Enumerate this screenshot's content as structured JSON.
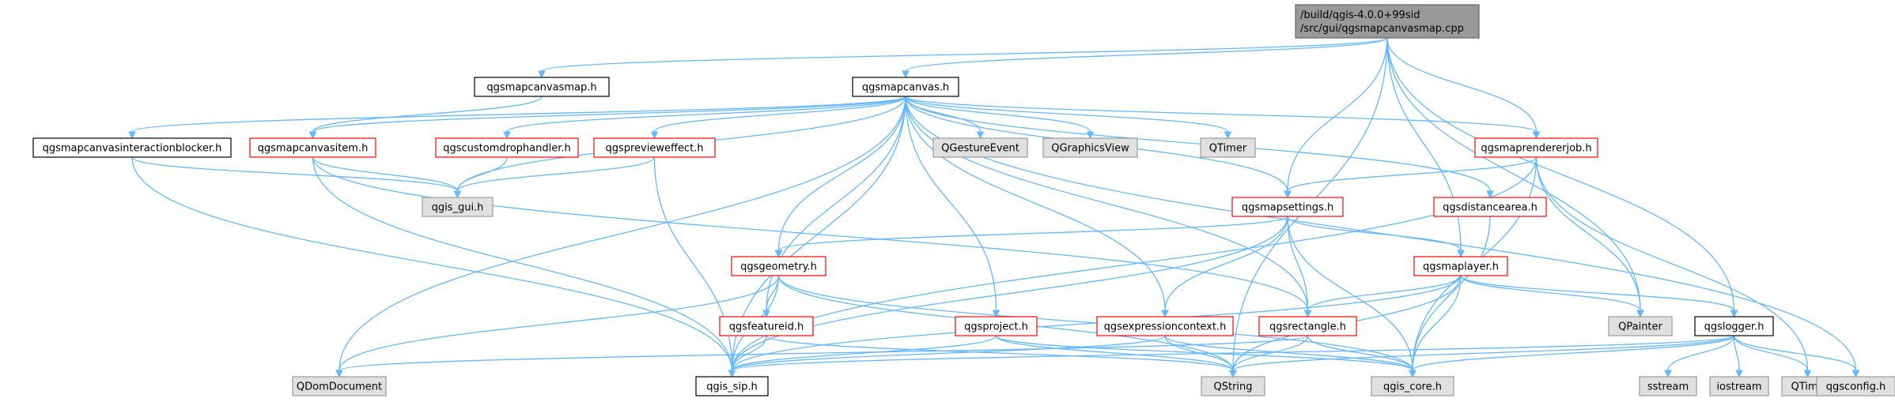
{
  "diagram": {
    "type": "include-dependency-graph",
    "root": {
      "line1": "/build/qgis-4.0.0+99sid",
      "line2": "/src/gui/qgsmapcanvasmap.cpp"
    },
    "colors": {
      "root_fill": "#999999",
      "root_stroke": "#666666",
      "documented_stroke": "#000000",
      "truncated_stroke": "#ff0000",
      "external_fill": "#e0e0e0",
      "external_stroke": "#999999",
      "edge": "#63b8ff"
    },
    "nodes": [
      {
        "id": "qgsmapcanvasmap_h",
        "label": "qgsmapcanvasmap.h",
        "kind": "documented"
      },
      {
        "id": "qgsmapcanvas_h",
        "label": "qgsmapcanvas.h",
        "kind": "documented"
      },
      {
        "id": "qgsmapcanvasinteractionblocker_h",
        "label": "qgsmapcanvasinteractionblocker.h",
        "kind": "documented"
      },
      {
        "id": "qgsmapcanvasitem_h",
        "label": "qgsmapcanvasitem.h",
        "kind": "truncated"
      },
      {
        "id": "qgscustomdrophandler_h",
        "label": "qgscustomdrophandler.h",
        "kind": "truncated"
      },
      {
        "id": "qgspreviewEffect_h",
        "label": "qgspreviewеffect.h",
        "kind": "truncated"
      },
      {
        "id": "QGestureEvent",
        "label": "QGestureEvent",
        "kind": "external"
      },
      {
        "id": "QGraphicsView",
        "label": "QGraphicsView",
        "kind": "external"
      },
      {
        "id": "QTimer",
        "label": "QTimer",
        "kind": "external"
      },
      {
        "id": "qgsmaprendererjob_h",
        "label": "qgsmaprendererjob.h",
        "kind": "truncated"
      },
      {
        "id": "qgis_gui_h",
        "label": "qgis_gui.h",
        "kind": "external"
      },
      {
        "id": "qgsmapsettings_h",
        "label": "qgsmapsettings.h",
        "kind": "truncated"
      },
      {
        "id": "qgsdistancearea_h",
        "label": "qgsdistancearea.h",
        "kind": "truncated"
      },
      {
        "id": "qgsgeometry_h",
        "label": "qgsgeometry.h",
        "kind": "truncated"
      },
      {
        "id": "qgsmaplayer_h",
        "label": "qgsmaplayer.h",
        "kind": "truncated"
      },
      {
        "id": "qgsfeatureid_h",
        "label": "qgsfeatureid.h",
        "kind": "truncated"
      },
      {
        "id": "qgsproject_h",
        "label": "qgsproject.h",
        "kind": "truncated"
      },
      {
        "id": "qgsexpressioncontext_h",
        "label": "qgsexpressioncontext.h",
        "kind": "truncated"
      },
      {
        "id": "qgsrectangle_h",
        "label": "qgsrectangle.h",
        "kind": "truncated"
      },
      {
        "id": "QPainter",
        "label": "QPainter",
        "kind": "external"
      },
      {
        "id": "qgslogger_h",
        "label": "qgslogger.h",
        "kind": "documented"
      },
      {
        "id": "QDomDocument",
        "label": "QDomDocument",
        "kind": "external"
      },
      {
        "id": "qgis_sip_h",
        "label": "qgis_sip.h",
        "kind": "documented"
      },
      {
        "id": "QString",
        "label": "QString",
        "kind": "external"
      },
      {
        "id": "qgis_core_h",
        "label": "qgis_core.h",
        "kind": "external"
      },
      {
        "id": "sstream",
        "label": "sstream",
        "kind": "external"
      },
      {
        "id": "iostream",
        "label": "iostream",
        "kind": "external"
      },
      {
        "id": "QTime",
        "label": "QTime",
        "kind": "external"
      },
      {
        "id": "qgsconfig_h",
        "label": "qgsconfig.h",
        "kind": "external"
      }
    ],
    "edges": [
      [
        "root",
        "qgsmapcanvasmap_h"
      ],
      [
        "root",
        "qgsmapcanvas_h"
      ],
      [
        "root",
        "qgsmapsettings_h"
      ],
      [
        "root",
        "qgsmaprendererjob_h"
      ],
      [
        "root",
        "qgsmaplayer_h"
      ],
      [
        "root",
        "QPainter"
      ],
      [
        "root",
        "qgslogger_h"
      ],
      [
        "root",
        "QString"
      ],
      [
        "qgsmapcanvasmap_h",
        "qgsmapcanvasitem_h"
      ],
      [
        "qgsmapcanvas_h",
        "qgsmapcanvasinteractionblocker_h"
      ],
      [
        "qgsmapcanvas_h",
        "qgsmapcanvasitem_h"
      ],
      [
        "qgsmapcanvas_h",
        "qgscustomdrophandler_h"
      ],
      [
        "qgsmapcanvas_h",
        "qgspreviewEffect_h"
      ],
      [
        "qgsmapcanvas_h",
        "QGestureEvent"
      ],
      [
        "qgsmapcanvas_h",
        "QGraphicsView"
      ],
      [
        "qgsmapcanvas_h",
        "QTimer"
      ],
      [
        "qgsmapcanvas_h",
        "qgsmaprendererjob_h"
      ],
      [
        "qgsmapcanvas_h",
        "qgis_gui_h"
      ],
      [
        "qgsmapcanvas_h",
        "qgsmapsettings_h"
      ],
      [
        "qgsmapcanvas_h",
        "qgsdistancearea_h"
      ],
      [
        "qgsmapcanvas_h",
        "qgsgeometry_h"
      ],
      [
        "qgsmapcanvas_h",
        "qgsfeatureid_h"
      ],
      [
        "qgsmapcanvas_h",
        "qgsproject_h"
      ],
      [
        "qgsmapcanvas_h",
        "qgsexpressioncontext_h"
      ],
      [
        "qgsmapcanvas_h",
        "qgsrectangle_h"
      ],
      [
        "qgsmapcanvas_h",
        "QDomDocument"
      ],
      [
        "qgsmapcanvas_h",
        "qgis_sip_h"
      ],
      [
        "qgsmapcanvas_h",
        "qgsconfig_h"
      ],
      [
        "qgsmapcanvasinteractionblocker_h",
        "qgis_gui_h"
      ],
      [
        "qgsmapcanvasinteractionblocker_h",
        "qgis_sip_h"
      ],
      [
        "qgsmapcanvasitem_h",
        "qgis_gui_h"
      ],
      [
        "qgsmapcanvasitem_h",
        "qgis_sip_h"
      ],
      [
        "qgsmapcanvasitem_h",
        "qgsrectangle_h"
      ],
      [
        "qgscustomdrophandler_h",
        "qgis_gui_h"
      ],
      [
        "qgspreviewEffect_h",
        "qgis_gui_h"
      ],
      [
        "qgspreviewEffect_h",
        "qgis_sip_h"
      ],
      [
        "qgsmaprendererjob_h",
        "qgsmapsettings_h"
      ],
      [
        "qgsmaprendererjob_h",
        "QPainter"
      ],
      [
        "qgsmaprendererjob_h",
        "qgis_core_h"
      ],
      [
        "qgsmaprendererjob_h",
        "QTime"
      ],
      [
        "qgsmaprendererjob_h",
        "qgis_sip_h"
      ],
      [
        "qgsmapsettings_h",
        "qgsgeometry_h"
      ],
      [
        "qgsmapsettings_h",
        "qgsmaplayer_h"
      ],
      [
        "qgsmapsettings_h",
        "qgsexpressioncontext_h"
      ],
      [
        "qgsmapsettings_h",
        "qgsrectangle_h"
      ],
      [
        "qgsmapsettings_h",
        "qgis_core_h"
      ],
      [
        "qgsmapsettings_h",
        "qgis_sip_h"
      ],
      [
        "qgsdistancearea_h",
        "qgis_core_h"
      ],
      [
        "qgsgeometry_h",
        "qgsfeatureid_h"
      ],
      [
        "qgsgeometry_h",
        "QDomDocument"
      ],
      [
        "qgsgeometry_h",
        "qgis_sip_h"
      ],
      [
        "qgsgeometry_h",
        "QString"
      ],
      [
        "qgsgeometry_h",
        "qgis_core_h"
      ],
      [
        "qgsmaplayer_h",
        "qgsrectangle_h"
      ],
      [
        "qgsmaplayer_h",
        "QPainter"
      ],
      [
        "qgsmaplayer_h",
        "qgslogger_h"
      ],
      [
        "qgsmaplayer_h",
        "qgis_sip_h"
      ],
      [
        "qgsmaplayer_h",
        "QString"
      ],
      [
        "qgsmaplayer_h",
        "qgis_core_h"
      ],
      [
        "qgsfeatureid_h",
        "qgis_sip_h"
      ],
      [
        "qgsfeatureid_h",
        "QString"
      ],
      [
        "qgsproject_h",
        "qgis_sip_h"
      ],
      [
        "qgsproject_h",
        "QString"
      ],
      [
        "qgsproject_h",
        "qgis_core_h"
      ],
      [
        "qgsexpressioncontext_h",
        "qgis_sip_h"
      ],
      [
        "qgsexpressioncontext_h",
        "QString"
      ],
      [
        "qgsexpressioncontext_h",
        "qgis_core_h"
      ],
      [
        "qgsrectangle_h",
        "QDomDocument"
      ],
      [
        "qgsrectangle_h",
        "QString"
      ],
      [
        "qgsrectangle_h",
        "qgis_core_h"
      ],
      [
        "qgslogger_h",
        "qgis_core_h"
      ],
      [
        "qgslogger_h",
        "QString"
      ],
      [
        "qgslogger_h",
        "sstream"
      ],
      [
        "qgslogger_h",
        "iostream"
      ],
      [
        "qgslogger_h",
        "QTime"
      ],
      [
        "qgslogger_h",
        "qgsconfig_h"
      ],
      [
        "qgslogger_h",
        "qgis_sip_h"
      ]
    ]
  }
}
